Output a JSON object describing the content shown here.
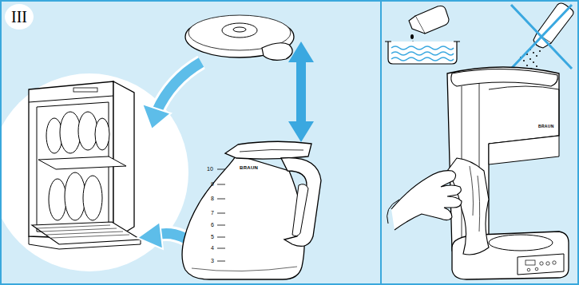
{
  "diagram": {
    "nodes": [
      {
        "text": [
          "III"
        ]
      }
    ],
    "labels": [
      "BRAUN",
      "10",
      "9",
      "8",
      "7",
      "6",
      "5",
      "4",
      "3",
      "BRAUN"
    ]
  }
}
